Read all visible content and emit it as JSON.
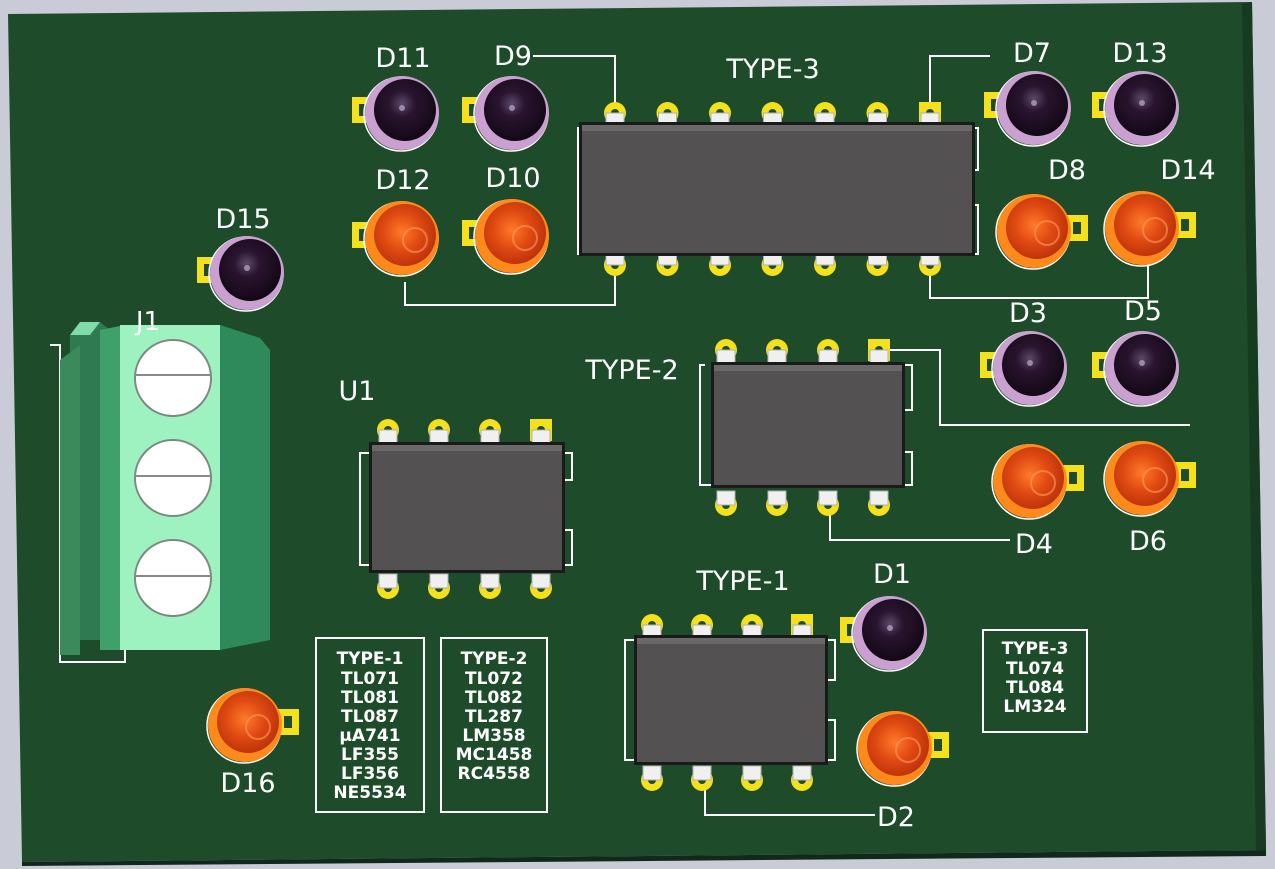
{
  "board": {
    "colors": {
      "background": "#c9ccd6",
      "soldermask": "#1e4b2a",
      "silkscreen": "#ffffff",
      "pad": "#f4e01b",
      "ic_body": "#545152",
      "ic_pin": "#f0f0f0",
      "led_off": "#2a1430",
      "led_off_ring": "#c9a0cf",
      "led_on": "#e0501a",
      "led_on_ring": "#ff8a1c",
      "terminal": "#4fb886",
      "terminal_face": "#9df2c0"
    }
  },
  "leds": {
    "d11": {
      "label": "D11",
      "state": "off"
    },
    "d9": {
      "label": "D9",
      "state": "off"
    },
    "d12": {
      "label": "D12",
      "state": "on"
    },
    "d10": {
      "label": "D10",
      "state": "on"
    },
    "d7": {
      "label": "D7",
      "state": "off"
    },
    "d13": {
      "label": "D13",
      "state": "off"
    },
    "d8": {
      "label": "D8",
      "state": "on"
    },
    "d14": {
      "label": "D14",
      "state": "on"
    },
    "d15": {
      "label": "D15",
      "state": "off"
    },
    "d3": {
      "label": "D3",
      "state": "off"
    },
    "d5": {
      "label": "D5",
      "state": "off"
    },
    "d4": {
      "label": "D4",
      "state": "on"
    },
    "d6": {
      "label": "D6",
      "state": "on"
    },
    "d1": {
      "label": "D1",
      "state": "off"
    },
    "d2": {
      "label": "D2",
      "state": "on"
    },
    "d16": {
      "label": "D16",
      "state": "on"
    }
  },
  "ics": {
    "type3": {
      "label": "TYPE-3",
      "pins": 14
    },
    "type2": {
      "label": "TYPE-2",
      "pins": 8
    },
    "type1": {
      "label": "TYPE-1",
      "pins": 8
    },
    "u1": {
      "label": "U1",
      "pins": 8
    }
  },
  "connector": {
    "label": "J1",
    "screws": 3
  },
  "tables": {
    "type1": {
      "heading": "TYPE-1",
      "items": [
        "TL071",
        "TL081",
        "TL087",
        "µA741",
        "LF355",
        "LF356",
        "NE5534"
      ]
    },
    "type2": {
      "heading": "TYPE-2",
      "items": [
        "TL072",
        "TL082",
        "TL287",
        "LM358",
        "MC1458",
        "RC4558"
      ]
    },
    "type3": {
      "heading": "TYPE-3",
      "items": [
        "TL074",
        "TL084",
        "LM324"
      ]
    }
  }
}
